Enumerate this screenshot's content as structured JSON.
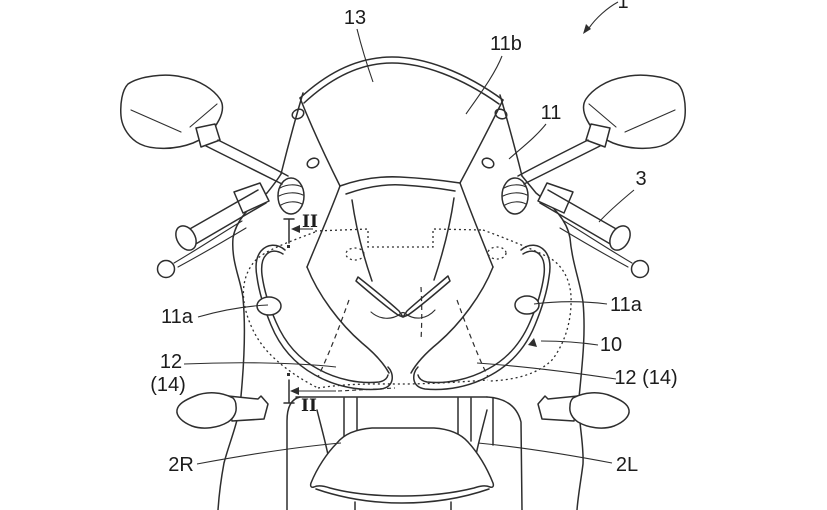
{
  "figure": {
    "description": "Patent-style line drawing, motorcycle front cowl and headlight assembly, front view",
    "background_color": "#ffffff",
    "line_color": "#2e2e2e",
    "text_color": "#1c1c1c"
  },
  "labels": {
    "ref_1": "1",
    "ref_13": "13",
    "ref_11b": "11b",
    "ref_11": "11",
    "ref_3": "3",
    "ref_11a_left": "11a",
    "ref_11a_right": "11a",
    "ref_10": "10",
    "ref_12_left_line1": "12",
    "ref_12_left_line2": "(14)",
    "ref_12_14_right": "12 (14)",
    "ref_2r": "2R",
    "ref_2l": "2L",
    "section_line_top": "II",
    "section_line_bottom": "II"
  }
}
